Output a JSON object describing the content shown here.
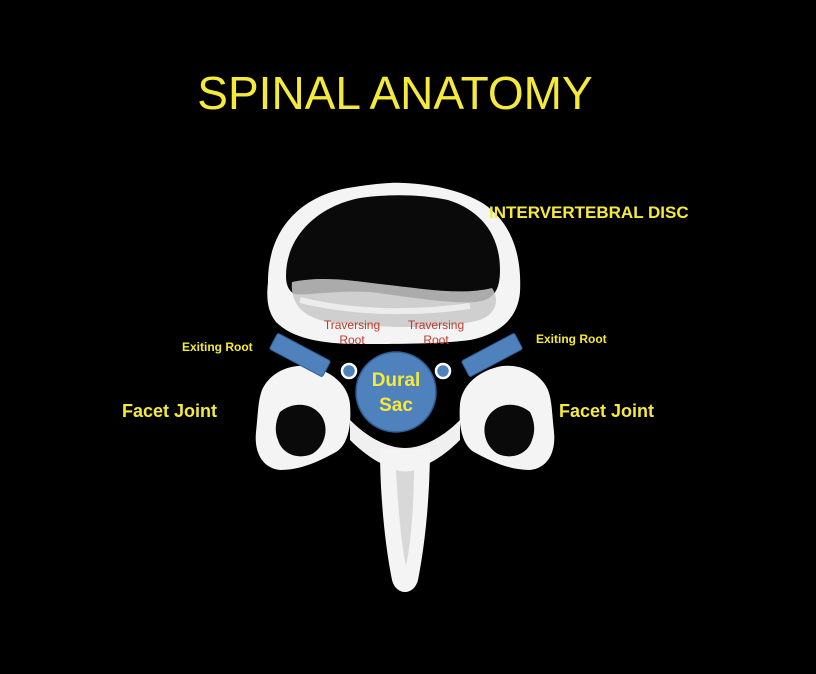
{
  "title": "SPINAL ANATOMY",
  "labels": {
    "disc": "INTERVERTEBRAL DISC",
    "exiting_left": "Exiting Root",
    "exiting_right": "Exiting Root",
    "traversing_left_line1": "Traversing",
    "traversing_left_line2": "Root",
    "traversing_right_line1": "Traversing",
    "traversing_right_line2": "Root",
    "dural_line1": "Dural",
    "dural_line2": "Sac",
    "facet_left": "Facet Joint",
    "facet_right": "Facet Joint"
  },
  "colors": {
    "background": "#000000",
    "label_yellow": "#f5ea3a",
    "traversing_red": "#c0392b",
    "structure_blue": "#4f81bd",
    "structure_outline": "#2f5f95",
    "bone": "#ffffff"
  }
}
